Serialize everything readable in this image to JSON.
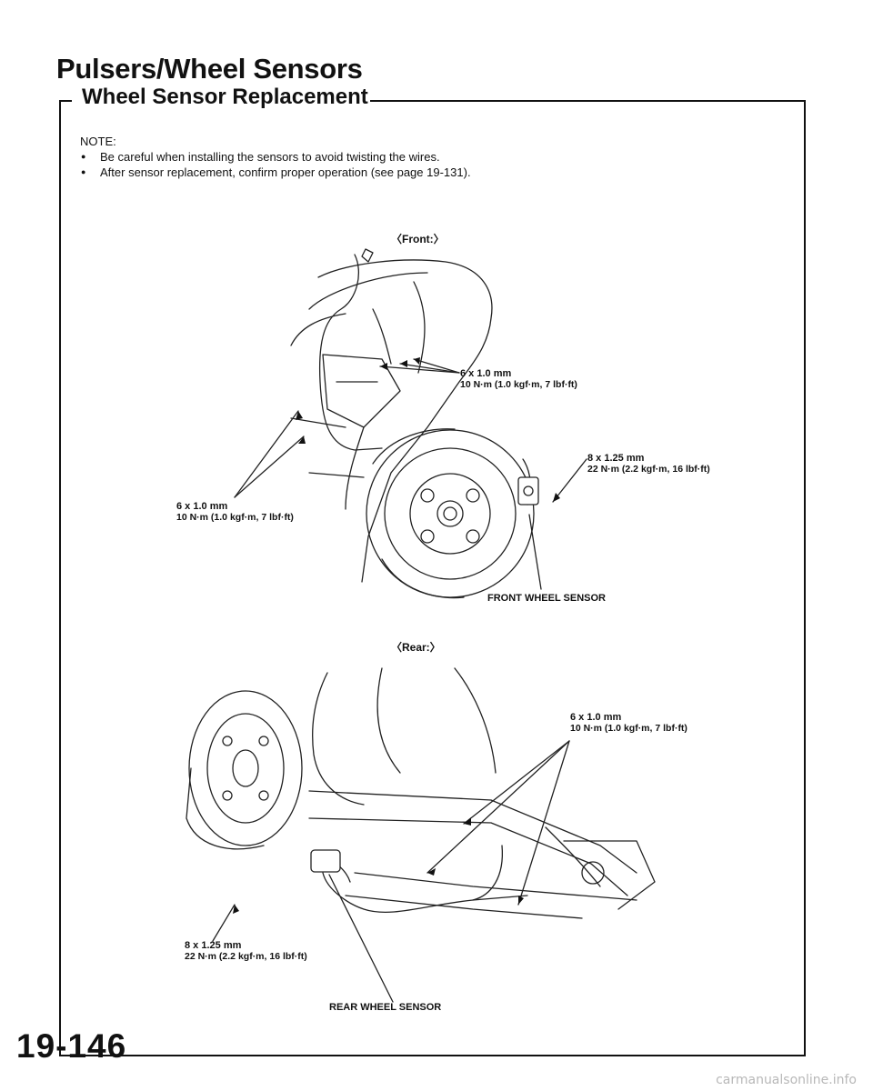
{
  "page_title": "Pulsers/Wheel Sensors",
  "section_title": "Wheel Sensor Replacement",
  "note": {
    "title": "NOTE:",
    "items": [
      "Be careful when installing the sensors to avoid twisting the wires.",
      "After sensor replacement, confirm proper operation (see page 19-131)."
    ]
  },
  "front": {
    "label": "〈Front:〉",
    "callouts": {
      "upper_bolt": {
        "size": "6 x 1.0 mm",
        "torque": "10 N·m (1.0 kgf·m, 7 lbf·ft)"
      },
      "caliper_bolt": {
        "size": "8 x 1.25 mm",
        "torque": "22 N·m (2.2 kgf·m, 16 lbf·ft)"
      },
      "left_bolt": {
        "size": "6 x 1.0 mm",
        "torque": "10 N·m (1.0 kgf·m, 7 lbf·ft)"
      }
    },
    "sensor_label": "FRONT WHEEL SENSOR"
  },
  "rear": {
    "label": "〈Rear:〉",
    "callouts": {
      "bracket_bolts": {
        "size": "6 x 1.0 mm",
        "torque": "10 N·m (1.0 kgf·m, 7 lbf·ft)"
      },
      "sensor_bolt": {
        "size": "8 x 1.25 mm",
        "torque": "22 N·m (2.2 kgf·m, 16 lbf·ft)"
      }
    },
    "sensor_label": "REAR WHEEL SENSOR"
  },
  "page_number": "19-146",
  "watermark": "carmanualsonline.info"
}
